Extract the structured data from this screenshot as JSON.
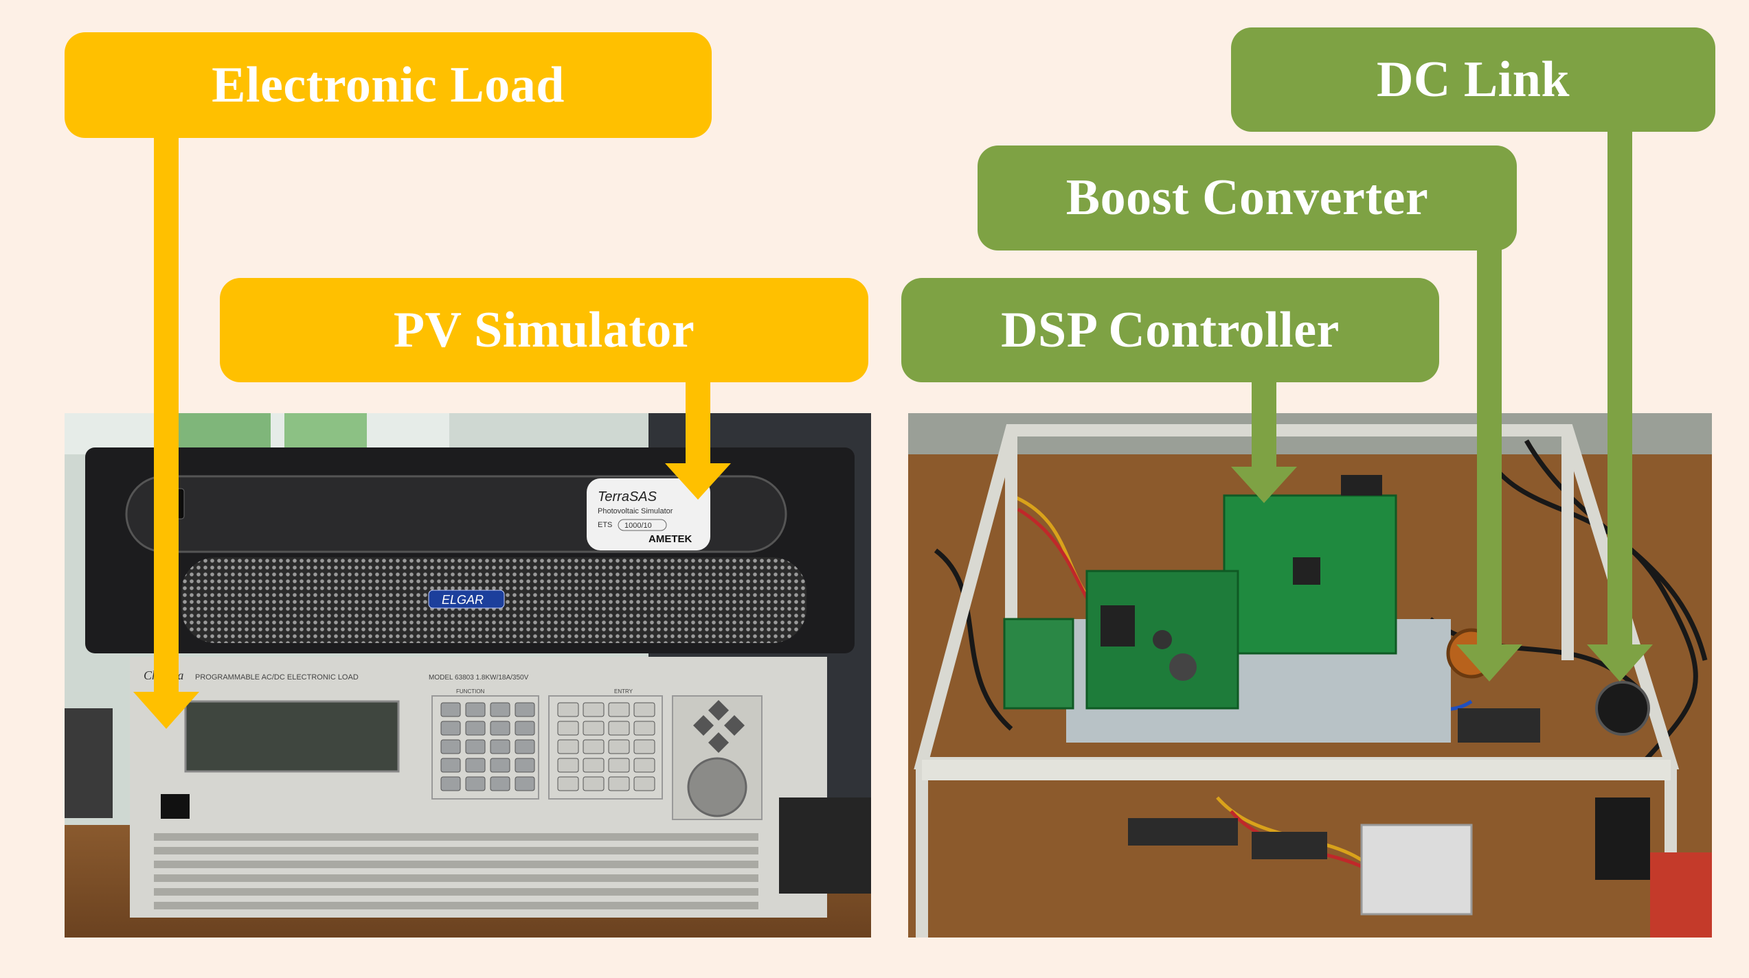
{
  "background_color": "#fdf0e6",
  "callouts": {
    "electronic_load": {
      "label": "Electronic Load",
      "color": "#ffc000"
    },
    "pv_simulator": {
      "label": "PV Simulator",
      "color": "#ffc000"
    },
    "dc_link": {
      "label": "DC Link",
      "color": "#7ea244"
    },
    "boost_converter": {
      "label": "Boost Converter",
      "color": "#7ea244"
    },
    "dsp_controller": {
      "label": "DSP Controller",
      "color": "#7ea244"
    }
  },
  "left_photo": {
    "pv_simulator_panel": {
      "brand_line": "TerraSAS",
      "subtitle": "Photovoltaic Simulator",
      "model_prefix": "ETS",
      "model": "1000/10",
      "maker": "AMETEK",
      "badge": "ELGAR"
    },
    "electronic_load_panel": {
      "brand": "Chroma",
      "description": "PROGRAMMABLE AC/DC ELECTRONIC LOAD",
      "model_text": "MODEL 63803 1.8KW/18A/350V",
      "section_function": "FUNCTION",
      "section_entry": "ENTRY"
    }
  }
}
